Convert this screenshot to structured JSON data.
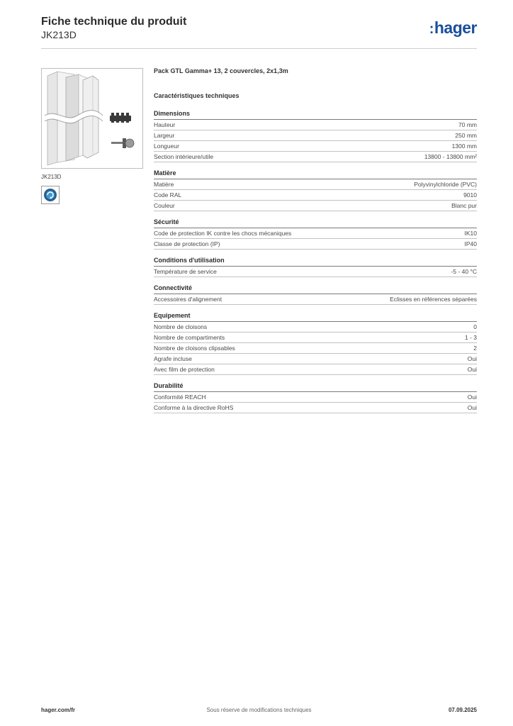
{
  "header": {
    "title": "Fiche technique du produit",
    "reference": "JK213D",
    "logo_text": "hager",
    "brand_color": "#1a4f9c"
  },
  "image": {
    "caption": "JK213D",
    "badge_icon": "recycle-badge-icon"
  },
  "product": {
    "name": "Pack GTL Gamma+ 13, 2 couvercles, 2x1,3m",
    "tech_heading": "Caractéristiques techniques"
  },
  "sections": [
    {
      "title": "Dimensions",
      "rows": [
        {
          "label": "Hauteur",
          "value": "70 mm"
        },
        {
          "label": "Largeur",
          "value": "250 mm"
        },
        {
          "label": "Longueur",
          "value": "1300 mm"
        },
        {
          "label": "Section intérieure/utile",
          "value": "13800 - 13800 mm²"
        }
      ]
    },
    {
      "title": "Matière",
      "rows": [
        {
          "label": "Matière",
          "value": "Polyvinylchloride (PVC)"
        },
        {
          "label": "Code RAL",
          "value": "9010"
        },
        {
          "label": "Couleur",
          "value": "Blanc pur"
        }
      ]
    },
    {
      "title": "Sécurité",
      "rows": [
        {
          "label": "Code de protection IK contre les chocs mécaniques",
          "value": "IK10"
        },
        {
          "label": "Classe de protection (IP)",
          "value": "IP40"
        }
      ]
    },
    {
      "title": "Conditions d'utilisation",
      "rows": [
        {
          "label": "Température de service",
          "value": "-5 - 40 °C"
        }
      ]
    },
    {
      "title": "Connectivité",
      "rows": [
        {
          "label": "Accessoires d'alignement",
          "value": "Eclisses en références séparées"
        }
      ]
    },
    {
      "title": "Equipement",
      "rows": [
        {
          "label": "Nombre de cloisons",
          "value": "0"
        },
        {
          "label": "Nombre de compartiments",
          "value": "1 - 3"
        },
        {
          "label": "Nombre de cloisons clipsables",
          "value": "2"
        },
        {
          "label": "Agrafe incluse",
          "value": "Oui"
        },
        {
          "label": "Avec film de protection",
          "value": "Oui"
        }
      ]
    },
    {
      "title": "Durabilité",
      "rows": [
        {
          "label": "Conformité REACH",
          "value": "Oui"
        },
        {
          "label": "Conforme à la directive RoHS",
          "value": "Oui"
        }
      ]
    }
  ],
  "footer": {
    "website": "hager.com/fr",
    "notice": "Sous réserve de modifications techniques",
    "date": "07.09.2025"
  }
}
